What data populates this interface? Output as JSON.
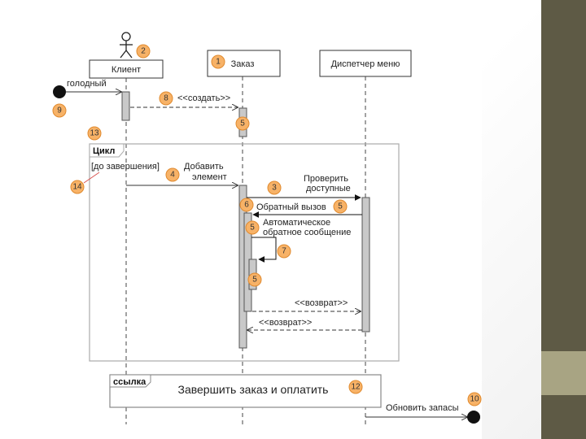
{
  "participants": {
    "client": "Клиент",
    "order": "Заказ",
    "dispatcher": "Диспетчер меню"
  },
  "messages": {
    "hungry": "голодный",
    "create": "<<создать>>",
    "loop_frame": "Цикл",
    "loop_guard": "[до завершения]",
    "add_item_1": "Добавить",
    "add_item_2": "элемент",
    "check_1": "Проверить",
    "check_2": "доступные",
    "callback": "Обратный вызов",
    "auto_msg_1": "Автоматическое",
    "auto_msg_2": "обратное сообщение",
    "return_1": "<<возврат>>",
    "return_2": "<<возврат>>",
    "ref_frame": "ссылка",
    "ref_text": "Завершить заказ и оплатить",
    "update_stock": "Обновить запасы"
  },
  "badges": {
    "b2": "2",
    "b1": "1",
    "b8": "8",
    "b9": "9",
    "b5a": "5",
    "b13": "13",
    "b14": "14",
    "b4": "4",
    "b3": "3",
    "b6": "6",
    "b5b": "5",
    "b5c": "5",
    "b7": "7",
    "b5d": "5",
    "b12": "12",
    "b10": "10"
  },
  "colors": {
    "badge_fill": "#f7b267",
    "badge_stroke": "#e08a2e",
    "side_dark": "#5e5a45",
    "side_light": "#a8a483"
  }
}
